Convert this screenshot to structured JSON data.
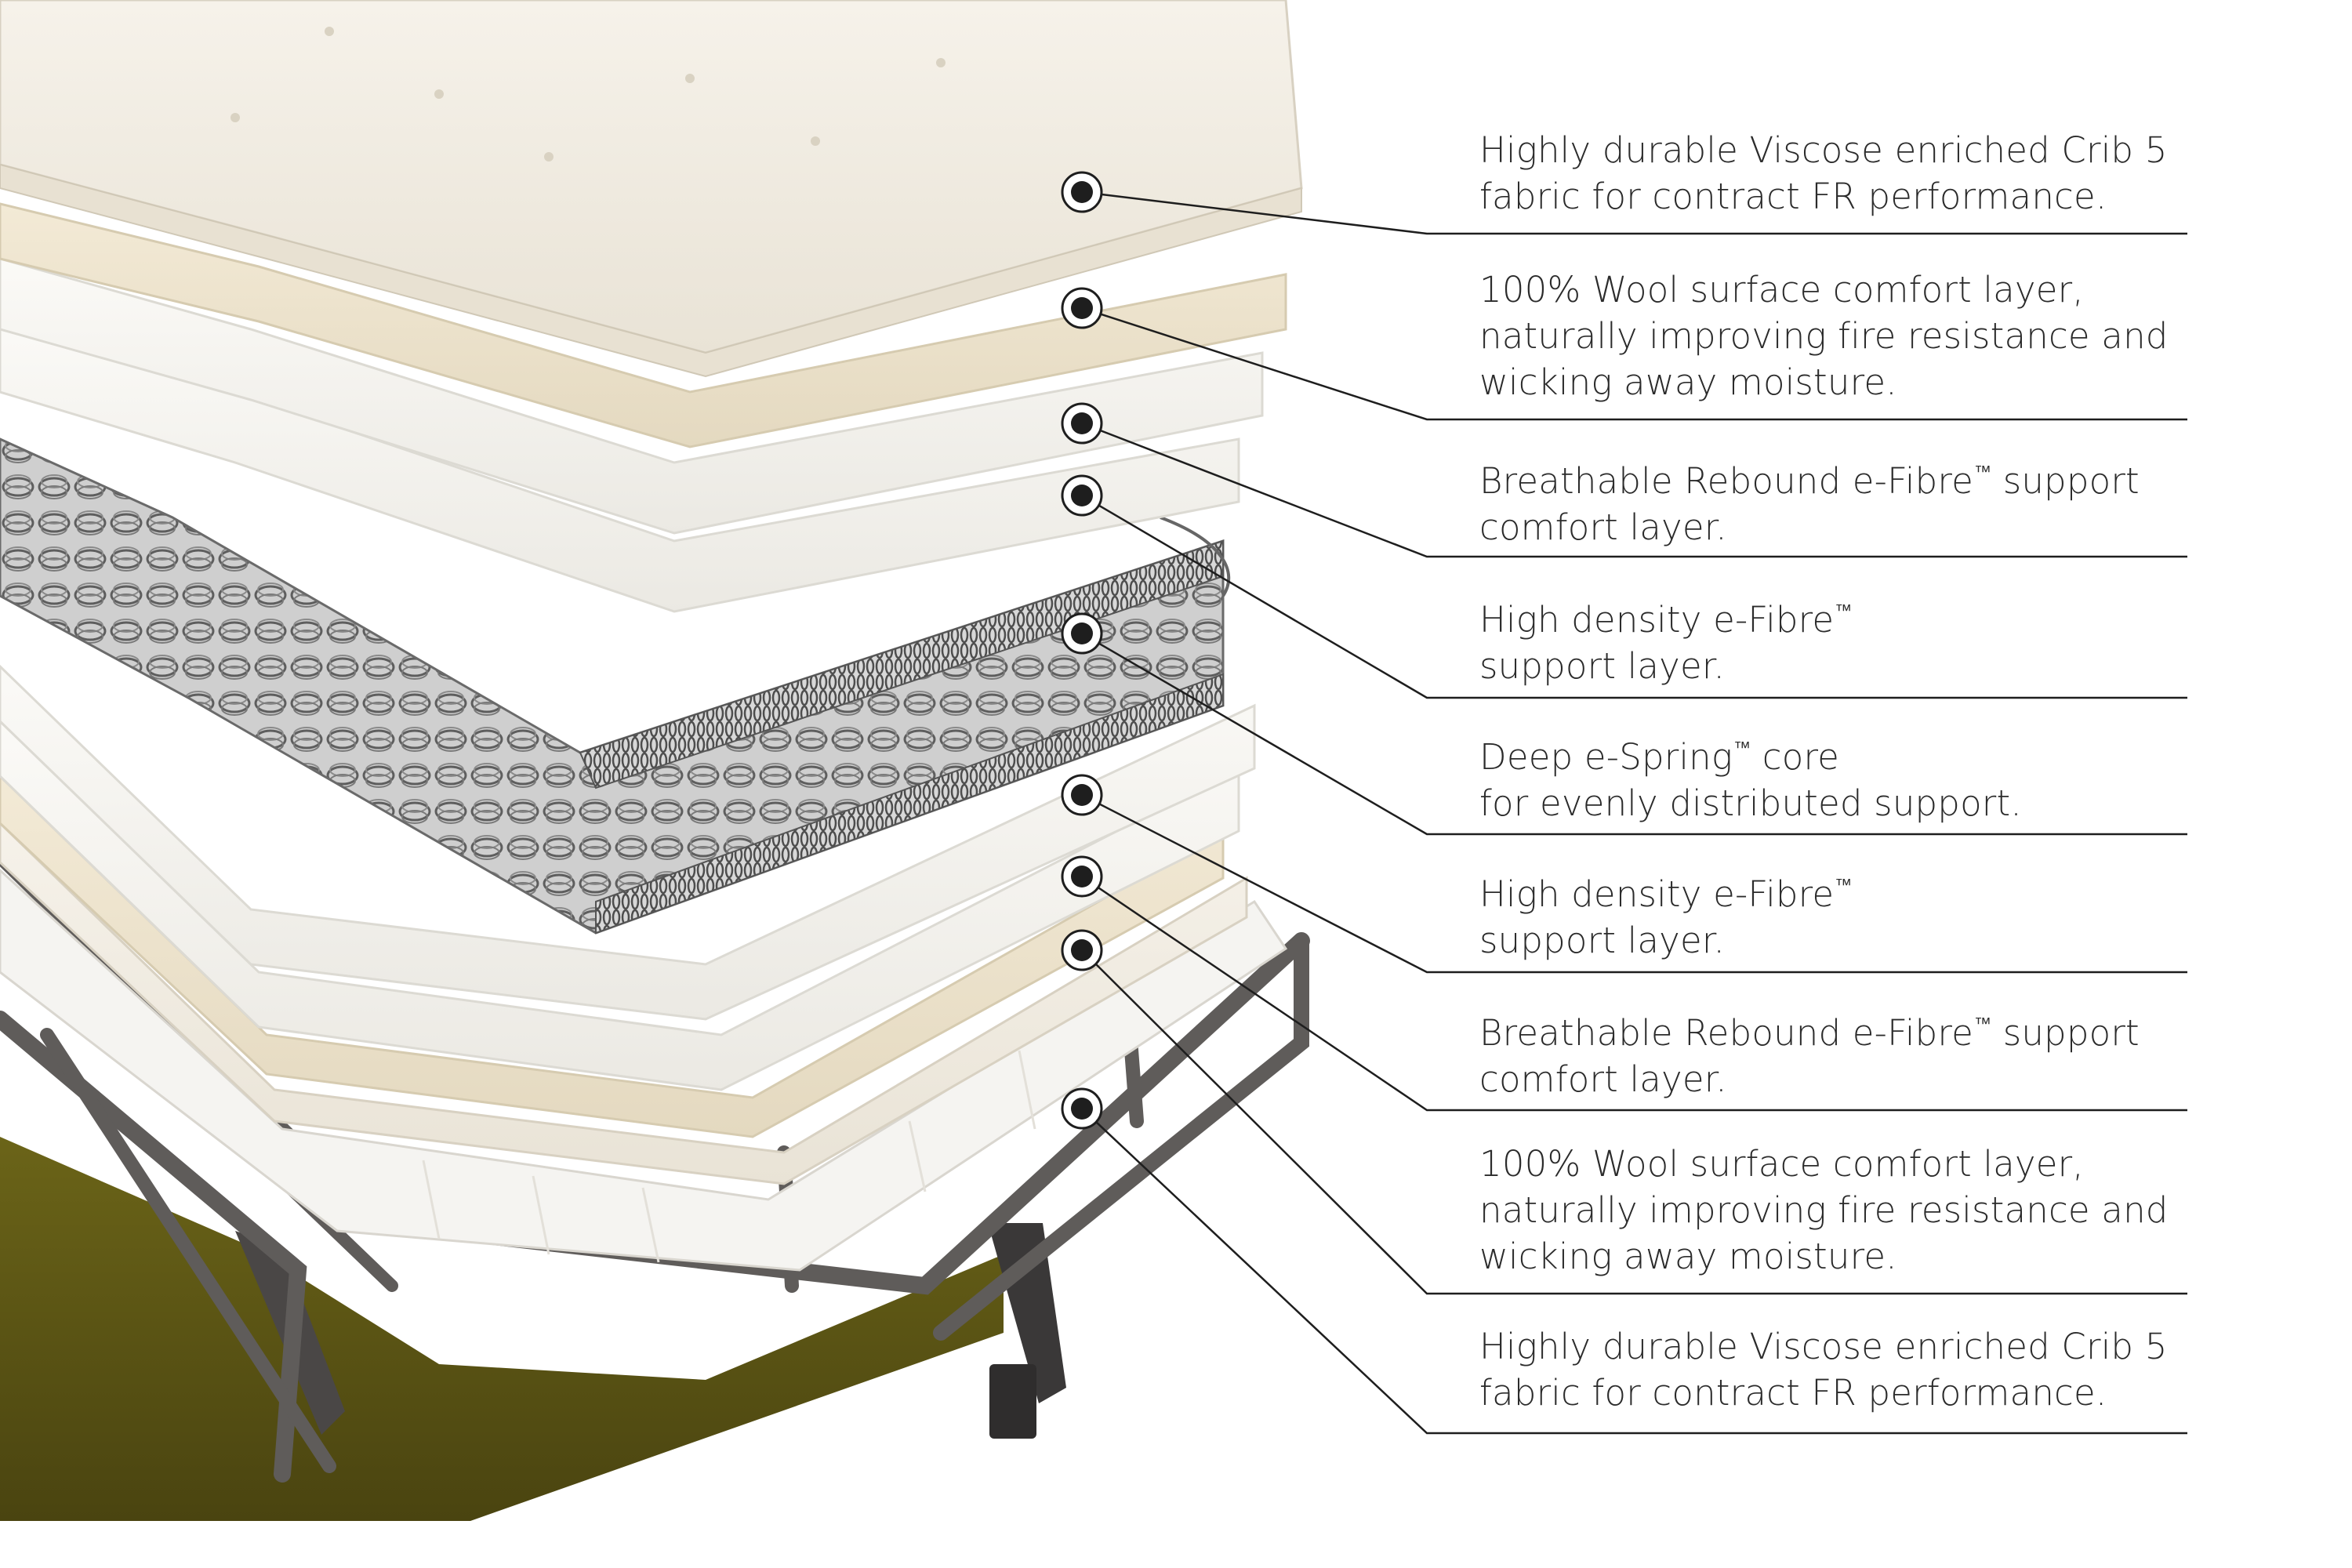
{
  "colors": {
    "fabric": "#f3efe6",
    "wool": "#efe6d2",
    "fibre": "#f7f6f2",
    "spring": "#6f6f6f",
    "frame": "#5f5c5a",
    "sofa": "#5a5416",
    "leader": "#1e1e1e",
    "text": "#2b2b2b"
  },
  "callouts": [
    {
      "lines": [
        "Highly durable Viscose enriched Crib 5",
        "fabric for contract FR performance."
      ]
    },
    {
      "lines": [
        "100% Wool surface comfort layer,",
        "naturally improving fire resistance and",
        "wicking away moisture."
      ]
    },
    {
      "lines": [
        "Breathable Rebound e-Fibre™ support",
        "comfort layer."
      ]
    },
    {
      "lines": [
        "High density e-Fibre™",
        "support layer."
      ]
    },
    {
      "lines": [
        "Deep e-Spring™ core",
        "for evenly distributed support."
      ]
    },
    {
      "lines": [
        "High density e-Fibre™",
        "support layer."
      ]
    },
    {
      "lines": [
        "Breathable Rebound e-Fibre™ support",
        "comfort layer."
      ]
    },
    {
      "lines": [
        "100% Wool surface comfort layer,",
        "naturally improving fire resistance and",
        "wicking away moisture."
      ]
    },
    {
      "lines": [
        "Highly durable Viscose enriched Crib 5",
        "fabric for contract FR performance."
      ]
    }
  ]
}
